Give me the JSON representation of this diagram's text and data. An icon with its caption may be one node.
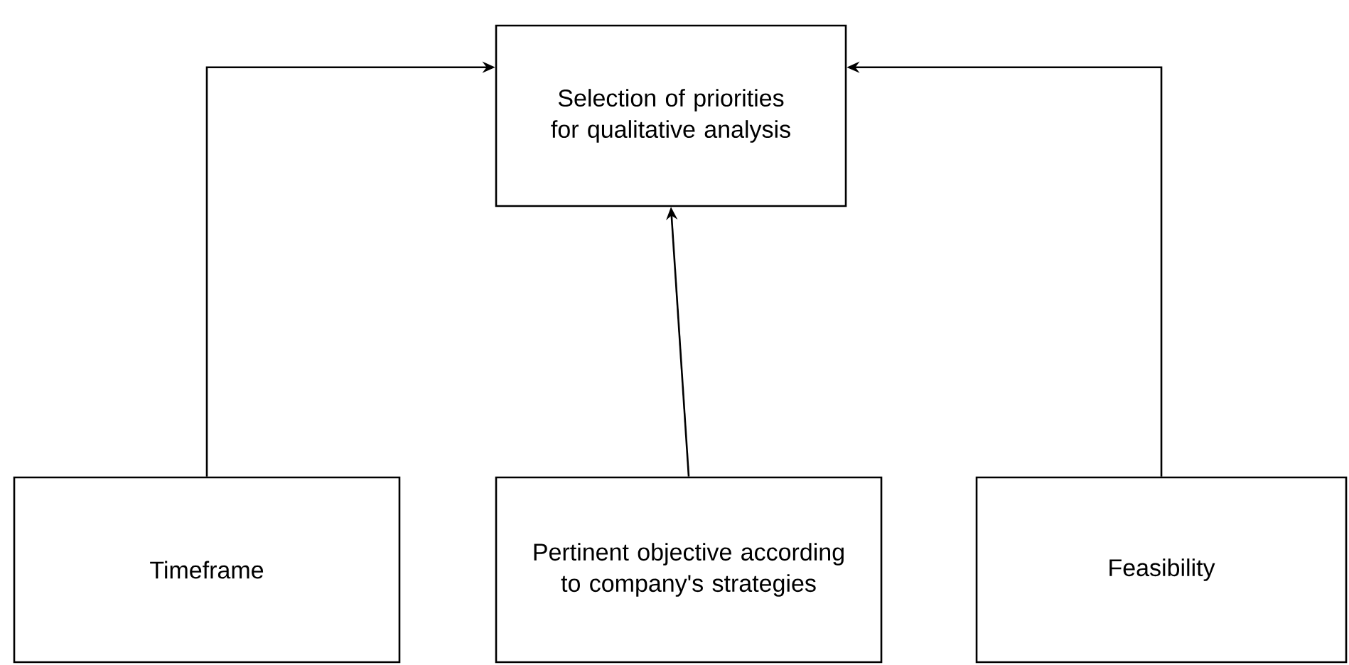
{
  "diagram": {
    "nodes": [
      {
        "text": [
          "Selection of priorities for qualitative analysis"
        ]
      },
      {
        "text": [
          "Timeframe"
        ]
      },
      {
        "text": [
          "Pertinent objective according to company's strategies"
        ]
      },
      {
        "text": [
          "Feasibility"
        ]
      }
    ],
    "edges": [
      {
        "from": 1,
        "to": 0,
        "arrow": "to"
      },
      {
        "from": 2,
        "to": 0,
        "arrow": "to"
      },
      {
        "from": 3,
        "to": 0,
        "arrow": "to"
      }
    ]
  }
}
